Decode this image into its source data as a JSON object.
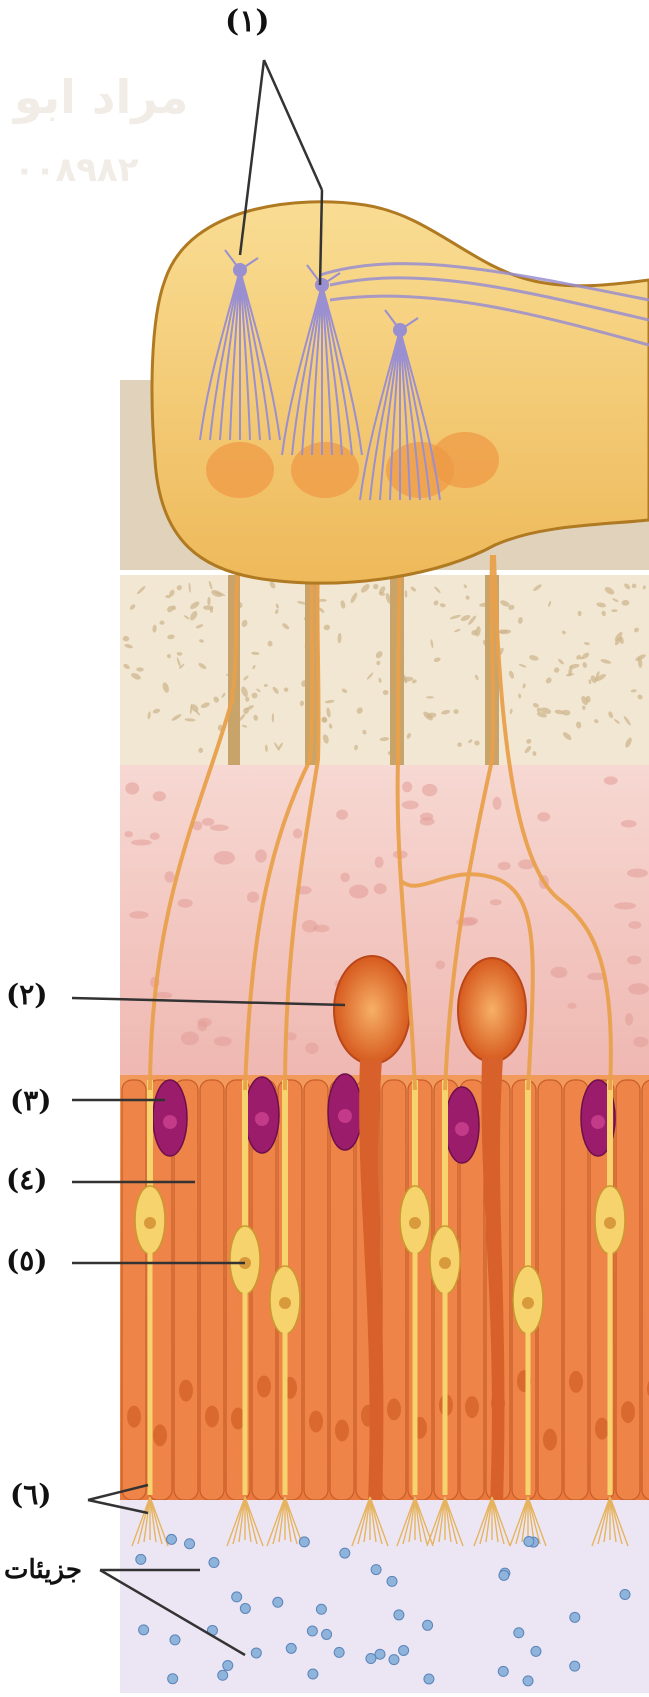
{
  "watermark": {
    "name": "مراد ابو",
    "number": "٠٠٨٩٨٢"
  },
  "labels": {
    "l1": "(١)",
    "l2": "(٢)",
    "l3": "(٣)",
    "l4": "(٤)",
    "l5": "(٥)",
    "l6": "(٦)",
    "l7": "جزيئات"
  },
  "colors": {
    "bulb_fill": "#f3c872",
    "bulb_stroke": "#b07a22",
    "bone": "#f2e7d3",
    "bone_spots": "#d9c7a5",
    "lamina": "#f3c6c2",
    "epithelium": "#f08a4a",
    "receptor_cell": "#f7d36e",
    "basal_purple": "#9b1c6b",
    "mucus": "#ece6f4",
    "nerve_fiber": "#e9a14c",
    "mitral_cell": "#9a8fd0",
    "pointer_line": "#333333"
  }
}
